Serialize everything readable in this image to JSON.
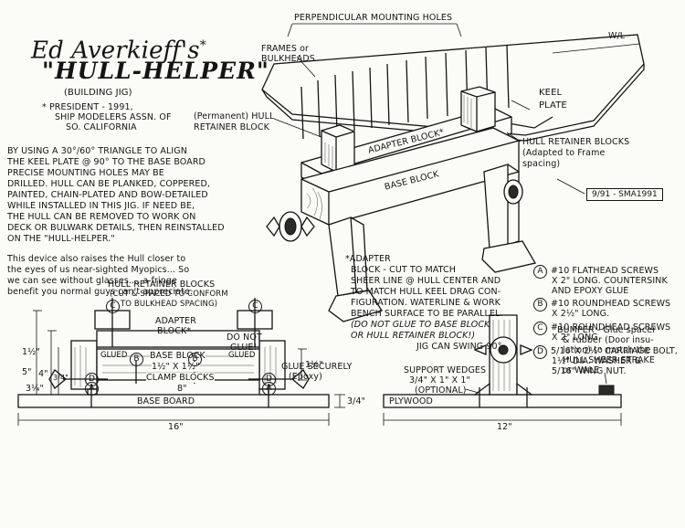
{
  "title": {
    "author": "Ed Averkieff's",
    "author_mark": "*",
    "name": "\"HULL-HELPER\"",
    "subtitle": "(BUILDING JIG)",
    "footnote_lines": [
      "* PRESIDENT - 1991,",
      "SHIP MODELERS ASSN. OF",
      "SO. CALIFORNIA"
    ]
  },
  "description": {
    "lines": [
      "BY USING A 30°/60° TRIANGLE TO ALIGN",
      "THE KEEL PLATE @ 90° TO THE BASE BOARD",
      "PRECISE MOUNTING HOLES MAY BE",
      "DRILLED.  HULL CAN BE PLANKED, COPPERED,",
      "PAINTED, CHAIN-PLATED AND BOW-DETAILED",
      "WHILE INSTALLED IN THIS JIG. IF NEED BE,",
      "THE HULL CAN BE REMOVED TO WORK ON",
      "DECK OR BULWARK DETAILS, THEN REINSTALLED",
      "ON THE \"HULL-HELPER.\""
    ],
    "note_lines": [
      "This device also raises the Hull closer to",
      "the eyes of us near-sighted Myopics... So",
      "we can see without glasses..., a fringe",
      "benefit you normal guys can't appreciate."
    ]
  },
  "labels": {
    "perpendicular_holes": "PERPENDICULAR MOUNTING HOLES",
    "waterline": "W/L",
    "frames": [
      "FRAMES or",
      "BULKHEADS"
    ],
    "keel_plate": [
      "KEEL",
      "PLATE"
    ],
    "permanent_block": [
      "(Permanent) HULL",
      "RETAINER BLOCK"
    ],
    "retainer_blocks_right": [
      "HULL RETAINER BLOCKS",
      "(Adapted to Frame",
      "spacing)"
    ],
    "adapter_block": "ADAPTER BLOCK*",
    "base_block": "BASE BLOCK",
    "stamp": "9/91 - SMA1991"
  },
  "parts": [
    {
      "key": "A",
      "lines": [
        "#10 FLATHEAD SCREWS",
        "X 2\" LONG. COUNTERSINK",
        "AND EPOXY GLUE"
      ]
    },
    {
      "key": "B",
      "lines": [
        "#10 ROUNDHEAD SCREWS",
        "X 2½\" LONG."
      ]
    },
    {
      "key": "C",
      "lines": [
        "#10 ROUNDHEAD SCREWS",
        "X 2\" LONG"
      ]
    },
    {
      "key": "D",
      "lines": [
        "5/16\"X 2½\" CARRIAGE BOLT,",
        "1½\" DIA. WASHER &",
        "5/16\" WING NUT."
      ]
    }
  ],
  "front_view": {
    "retainer_blocks": [
      "HULL RETAINER BLOCKS",
      "(CUT & SPACED TO CONFORM",
      "TO BULKHEAD SPACING)"
    ],
    "adapter": [
      "ADAPTER",
      "BLOCK*"
    ],
    "do_not_glue": [
      "DO NOT",
      "GLUE!"
    ],
    "glued_left": "GLUED",
    "glued_right": "GLUED",
    "base_block": "BASE BLOCK",
    "base_block_size": "1½\" X 1½\"",
    "clamp_blocks": "CLAMP BLOCKS",
    "glue_securely": [
      "GLUE SECURELY",
      "(Epoxy)"
    ],
    "base_board": "BASE BOARD",
    "dims": {
      "top": "1½\"",
      "five": "5\"",
      "four": "4\"",
      "three_q": "3¼\"",
      "three_quarter": "3/4\"",
      "one_half_right": "1½\"",
      "eight": "8\"",
      "sixteen": "16\"",
      "board": "3/4\""
    },
    "callouts": [
      "C",
      "C",
      "B",
      "B",
      "D",
      "D",
      "A",
      "A"
    ]
  },
  "adapter_note": [
    "*ADAPTER",
    "BLOCK - CUT TO MATCH",
    "SHEER LINE @ HULL CENTER AND",
    "TO MATCH HULL KEEL DRAG CON-",
    "FIGURATION. WATERLINE & WORK",
    "BENCH SURFACE TO BE PARALLEL.",
    "(DO NOT GLUE TO BASE BLOCK",
    "OR HULL RETAINER BLOCK!)"
  ],
  "side_view": {
    "swing": "JIG CAN SWING 90°",
    "wedges": [
      "SUPPORT WEDGES",
      "3/4\" X 1\" X 1\"",
      "(OPTIONAL)"
    ],
    "bumper": [
      "BUMPER - Glue spacer",
      "& rubber (Door insu-",
      "lation) to match the",
      "HULL SHEER STRAKE",
      "or WALE"
    ],
    "plywood": "PLYWOOD",
    "width": "12\""
  }
}
